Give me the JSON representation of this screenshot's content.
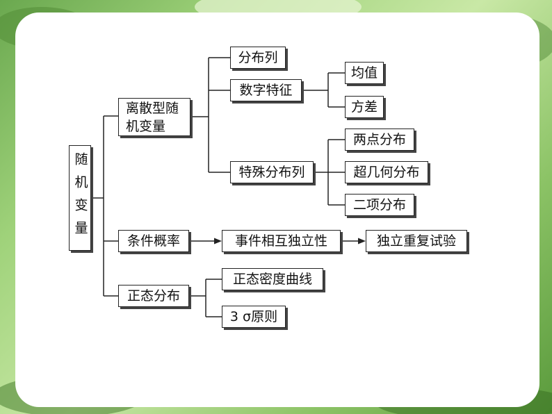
{
  "root": "随机变量",
  "branches": {
    "discrete": "离散型随机变量",
    "conditional": "条件概率",
    "normal": "正态分布"
  },
  "discrete_children": {
    "distribution": "分布列",
    "numeric": "数字特征",
    "special": "特殊分布列"
  },
  "numeric_children": {
    "mean": "均值",
    "variance": "方差"
  },
  "special_children": {
    "two_point": "两点分布",
    "hypergeometric": "超几何分布",
    "binomial": "二项分布"
  },
  "conditional_chain": {
    "independent_events": "事件相互独立性",
    "repeated_trials": "独立重复试验"
  },
  "normal_children": {
    "density_curve": "正态密度曲线",
    "three_sigma": "3 σ原则"
  },
  "colors": {
    "line": "#222222",
    "box_border": "#222222",
    "shadow": "#444444"
  }
}
